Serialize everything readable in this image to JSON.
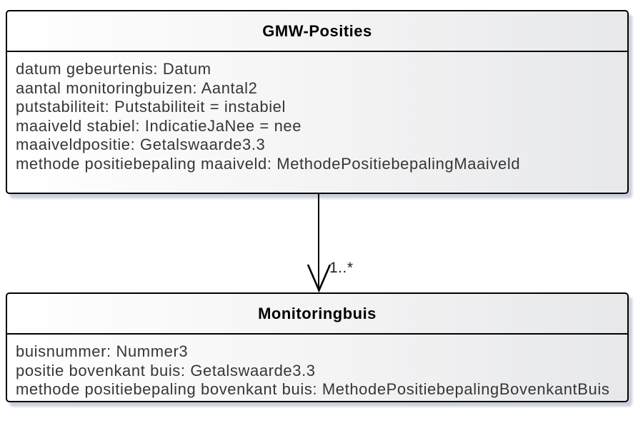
{
  "diagram": {
    "classes": {
      "gmw_posities": {
        "name": "GMW-Posities",
        "attributes": [
          "datum gebeurtenis: Datum",
          "aantal monitoringbuizen: Aantal2",
          "putstabiliteit: Putstabiliteit = instabiel",
          "maaiveld stabiel: IndicatieJaNee = nee",
          "maaiveldpositie: Getalswaarde3.3",
          "methode positiebepaling maaiveld: MethodePositiebepalingMaaiveld"
        ]
      },
      "monitoringbuis": {
        "name": "Monitoringbuis",
        "attributes": [
          "buisnummer: Nummer3",
          "positie bovenkant buis: Getalswaarde3.3",
          "methode positiebepaling bovenkant buis: MethodePositiebepalingBovenkantBuis"
        ]
      }
    },
    "connector": {
      "type": "directed-association",
      "from": "GMW-Posities",
      "to": "Monitoringbuis",
      "target_multiplicity": "1..*"
    },
    "colors": {
      "fill_gradient_start": "#ffffff",
      "fill_gradient_end": "#e7e8ea",
      "border": "#000000",
      "shadow": "#c9cfdc",
      "attribute_text": "#363636",
      "title_text": "#000000"
    }
  }
}
